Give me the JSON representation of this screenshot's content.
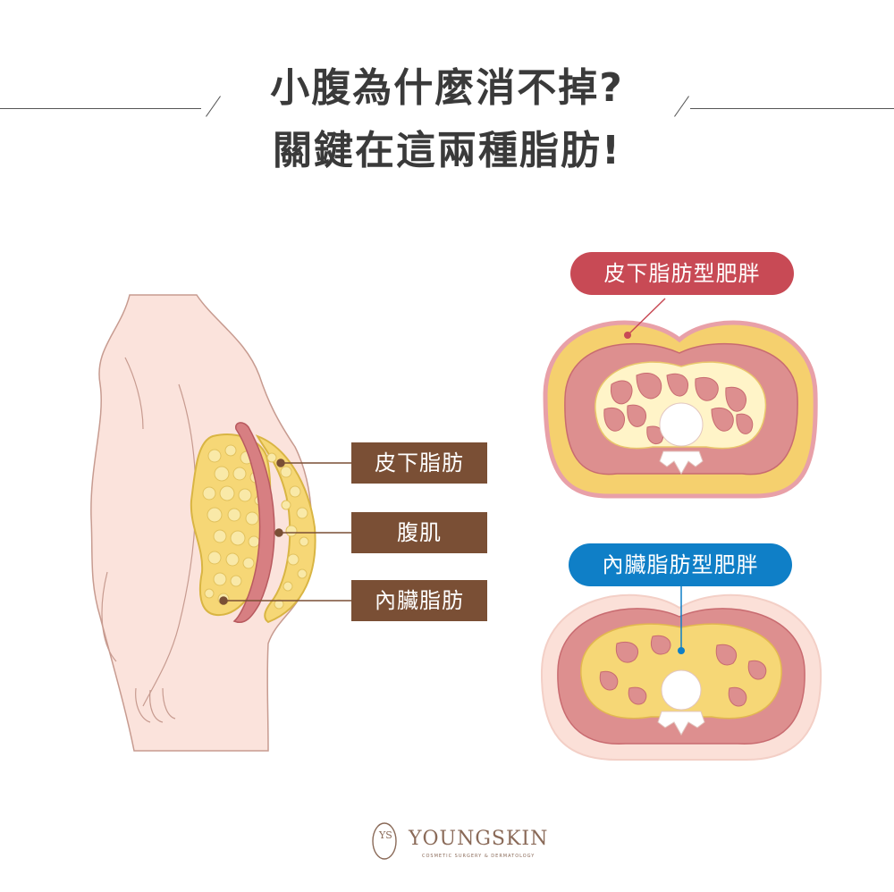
{
  "title": {
    "line1": "小腹為什麼消不掉?",
    "line2": "關鍵在這兩種脂肪!"
  },
  "body_labels": {
    "subcutaneous": "皮下脂肪",
    "muscle": "腹肌",
    "visceral": "內臟脂肪"
  },
  "type_labels": {
    "subcutaneous_type": "皮下脂肪型肥胖",
    "visceral_type": "內臟脂肪型肥胖"
  },
  "logo": {
    "mark": "YS",
    "name": "YOUNGSKIN",
    "tagline": "COSMETIC SURGERY & DERMATOLOGY"
  },
  "colors": {
    "label_brown": "#7a4f35",
    "subcutaneous_red": "#c84a55",
    "visceral_blue": "#0f7fc7",
    "fat_yellow": "#f6d776",
    "muscle_pink": "#dd8f8f",
    "skin": "#fbe3dc"
  }
}
